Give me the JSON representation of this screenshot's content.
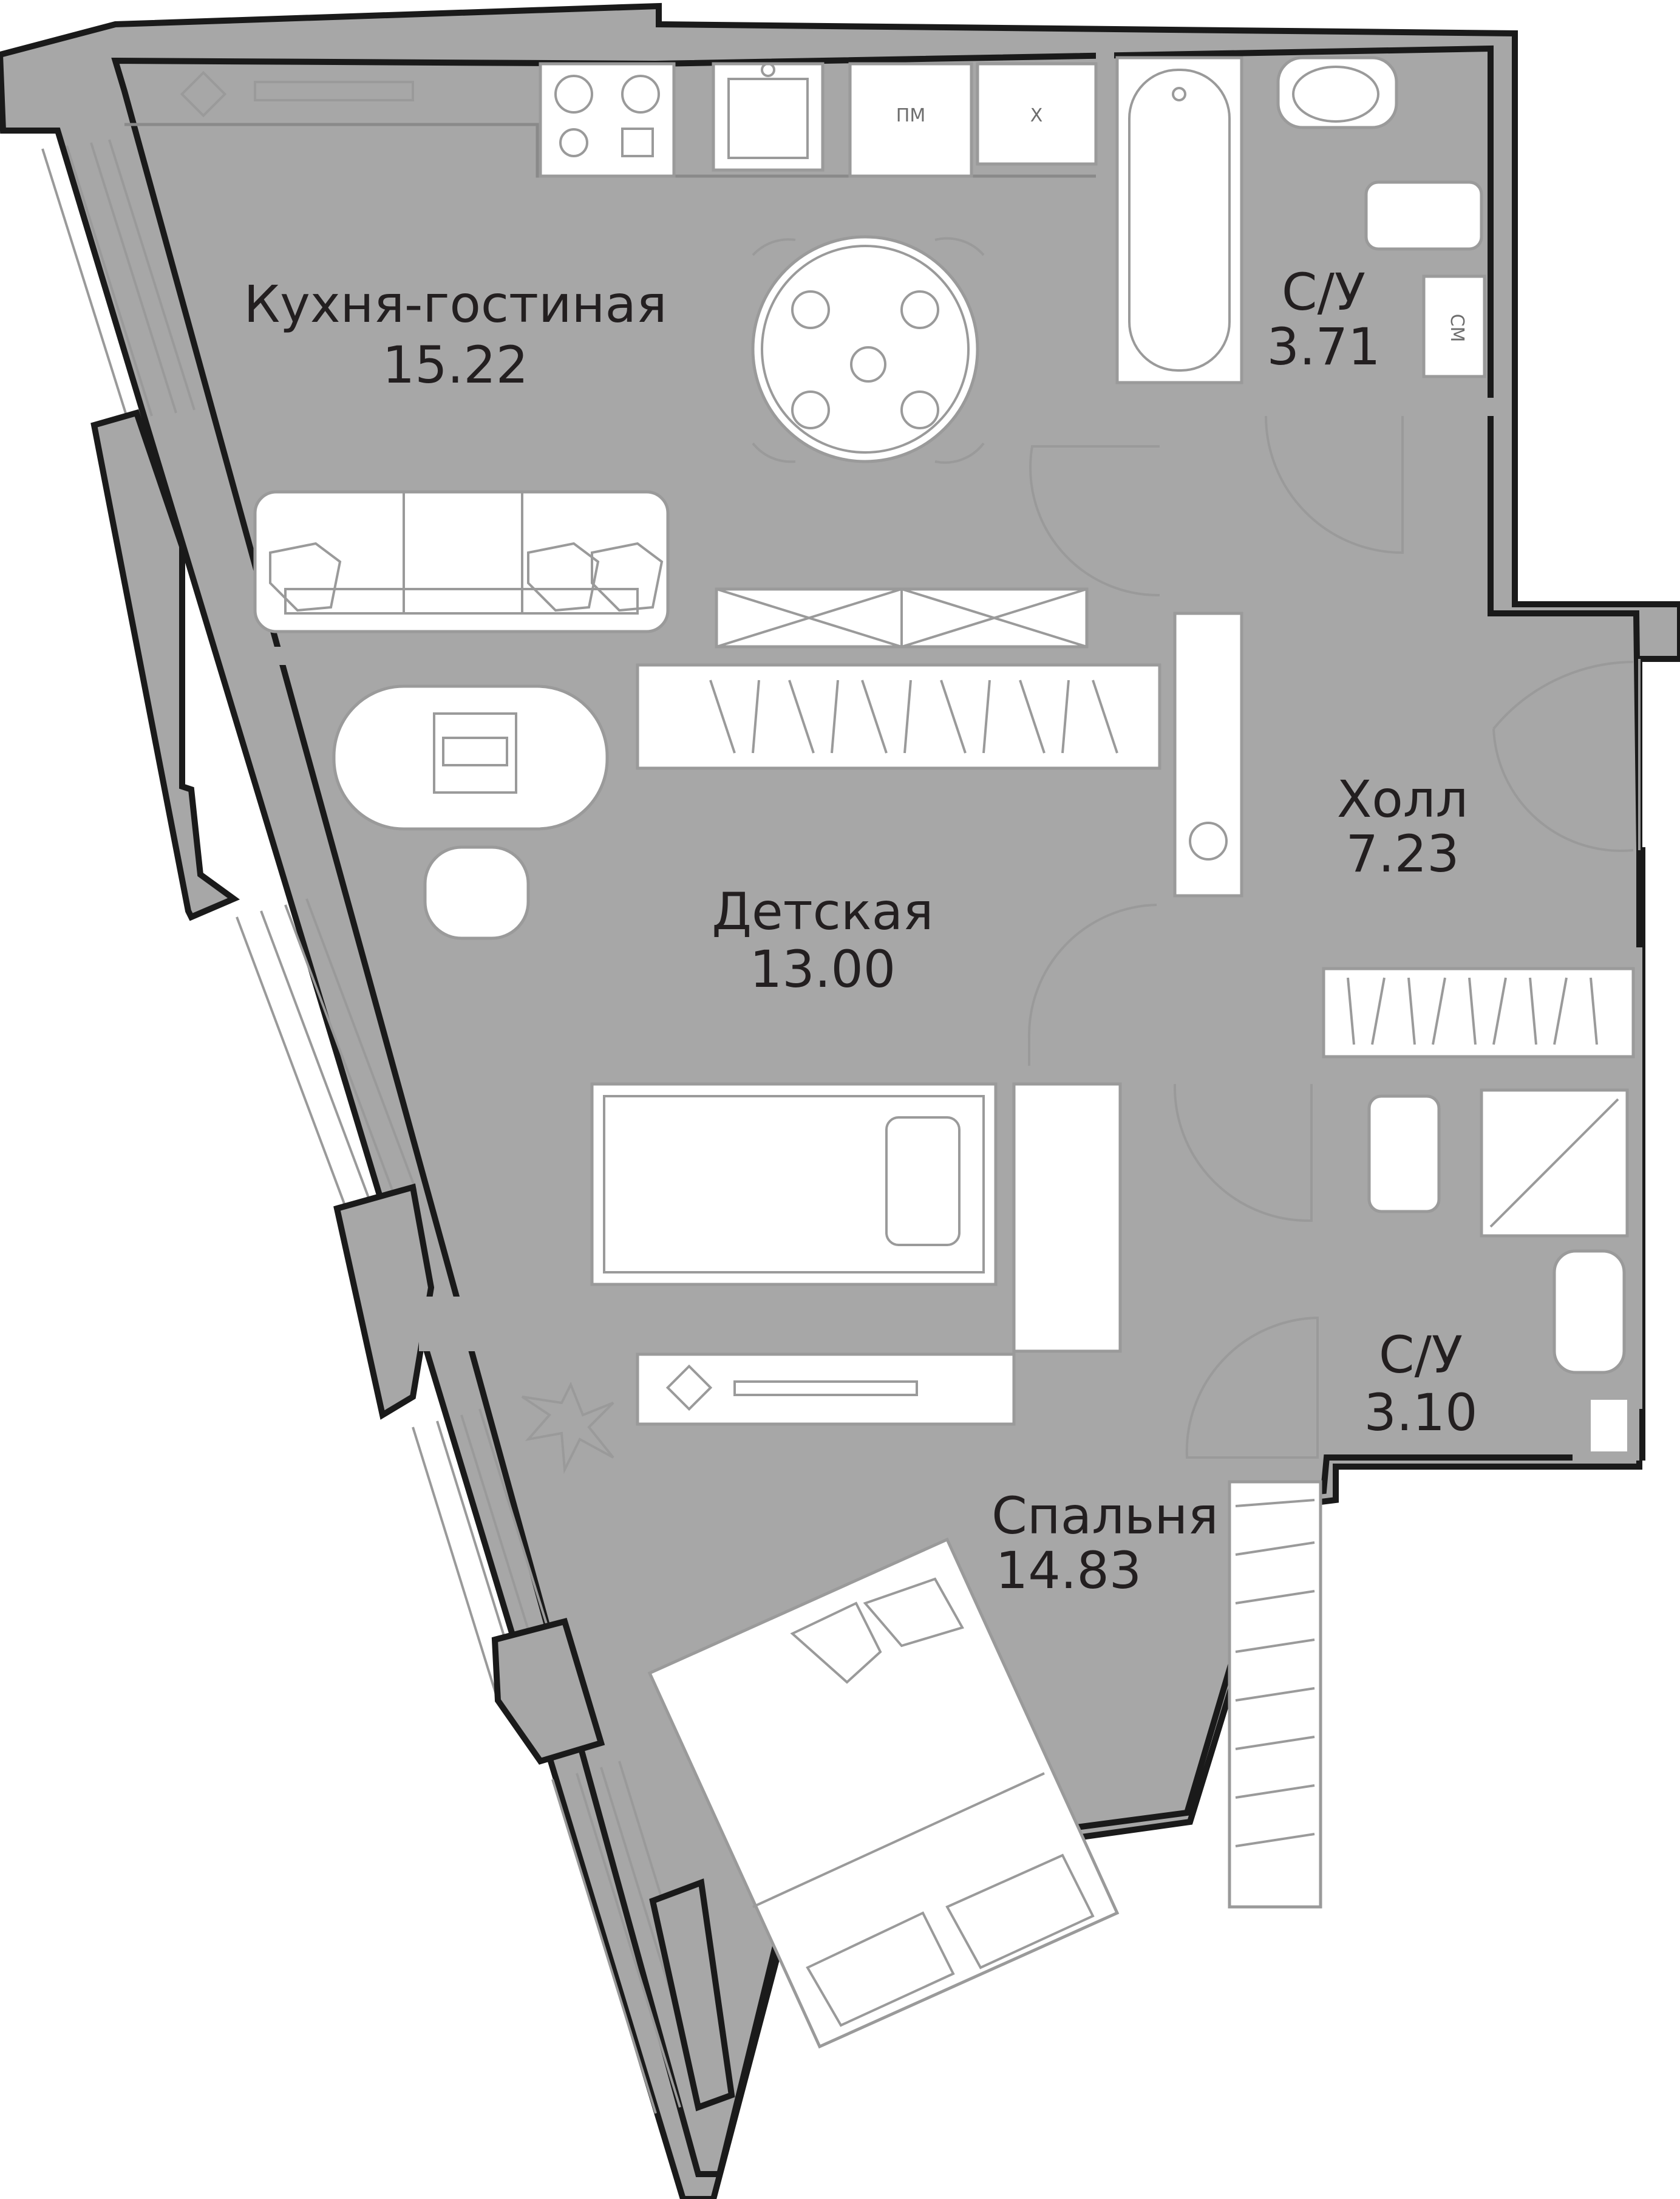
{
  "rooms": {
    "kitchen_living": {
      "name": "Кухня-гостиная",
      "area": "15.22"
    },
    "bathroom_1": {
      "name": "С/У",
      "area": "3.71"
    },
    "hall": {
      "name": "Холл",
      "area": "7.23"
    },
    "kids_room": {
      "name": "Детская",
      "area": "13.00"
    },
    "bathroom_2": {
      "name": "С/У",
      "area": "3.10"
    },
    "bedroom": {
      "name": "Спальня",
      "area": "14.83"
    }
  },
  "appliances": {
    "dishwasher": "ПМ",
    "fridge": "Х",
    "washer": "СМ"
  },
  "colors": {
    "wall_fill": "#a7a7a7",
    "wall_outline": "#1a1a1a",
    "furniture_line": "#9a9a9a",
    "label_text": "#231f20"
  }
}
